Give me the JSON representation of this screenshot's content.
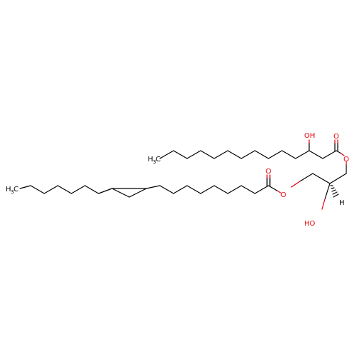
{
  "colors": {
    "carbon": "#000000",
    "oxygen": "#e8000b",
    "background": "#ffffff"
  },
  "labels": {
    "oh_top": "OH",
    "o_carbonyl_top": "O",
    "o_ester_right": "O",
    "ch3_top_c": "H",
    "ch3_top_num": "3",
    "ch3_top_tail": "C",
    "ch3_left_c": "H",
    "ch3_left_num": "3",
    "ch3_left_tail": "C",
    "o_carbonyl_mid": "O",
    "o_ester_mid": "O",
    "ho_bottom": "HO",
    "h_stereo": "H"
  }
}
